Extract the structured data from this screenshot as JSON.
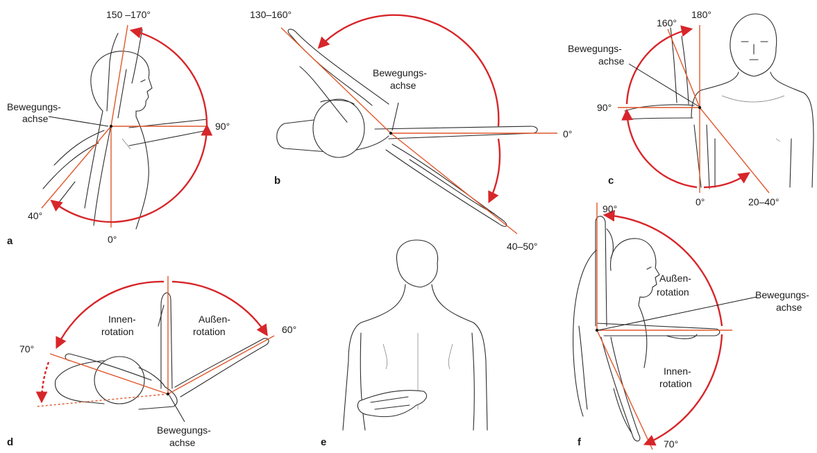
{
  "colors": {
    "axis_line": "#e0572a",
    "arc": "#d7262a",
    "drawing": "#2b2b2b"
  },
  "panels": {
    "a": {
      "letter": "a",
      "angle_top": "150 –170°",
      "angle_right": "90°",
      "angle_bottom": "0°",
      "angle_left": "40°",
      "axis_label_1": "Bewegungs-",
      "axis_label_2": "achse"
    },
    "b": {
      "letter": "b",
      "angle_top": "130–160°",
      "angle_right": "0°",
      "angle_bottom": "40–50°",
      "axis_label_1": "Bewegungs-",
      "axis_label_2": "achse"
    },
    "c": {
      "letter": "c",
      "angle_top_a": "160°",
      "angle_top_b": "180°",
      "angle_left": "90°",
      "angle_bottom": "0°",
      "angle_right": "20–40°",
      "axis_label_1": "Bewegungs-",
      "axis_label_2": "achse"
    },
    "d": {
      "letter": "d",
      "angle_left": "70°",
      "angle_right": "60°",
      "inner_1": "Innen-",
      "inner_2": "rotation",
      "outer_1": "Außen-",
      "outer_2": "rotation",
      "axis_label_1": "Bewegungs-",
      "axis_label_2": "achse"
    },
    "e": {
      "letter": "e"
    },
    "f": {
      "letter": "f",
      "angle_top": "90°",
      "angle_bottom": "70°",
      "outer_1": "Außen-",
      "outer_2": "rotation",
      "inner_1": "Innen-",
      "inner_2": "rotation",
      "axis_label_1": "Bewegungs-",
      "axis_label_2": "achse"
    }
  }
}
